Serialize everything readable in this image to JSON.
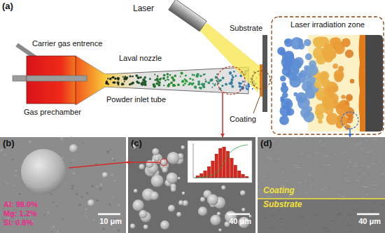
{
  "diagram": {
    "nodes": [
      {
        "text": [
          "Gas prechamber"
        ]
      },
      {
        "text": [
          "Laval nozzle"
        ]
      },
      {
        "text": [
          "Laser irradiation zone"
        ]
      },
      {
        "text": [
          "(b)",
          "Al: 98.0%",
          "Mg: 1.2%",
          "Si: 0.8%",
          "10 μm"
        ]
      },
      {
        "text": [
          "(c)",
          "40 μm"
        ]
      },
      {
        "text": [
          "(d)",
          "40 μm",
          "Coating",
          "Substrate"
        ]
      }
    ],
    "edges": [
      {
        "from": 1,
        "to": 4,
        "arrow": "to"
      },
      {
        "from": 2,
        "to": 5,
        "arrow": "to"
      },
      {
        "from": 4,
        "to": 3,
        "arrow": "to"
      }
    ],
    "labels": [
      "(a)",
      "Laser",
      "Carrier gas entrence",
      "Powder inlet tube",
      "Substrate",
      "Coating"
    ]
  }
}
